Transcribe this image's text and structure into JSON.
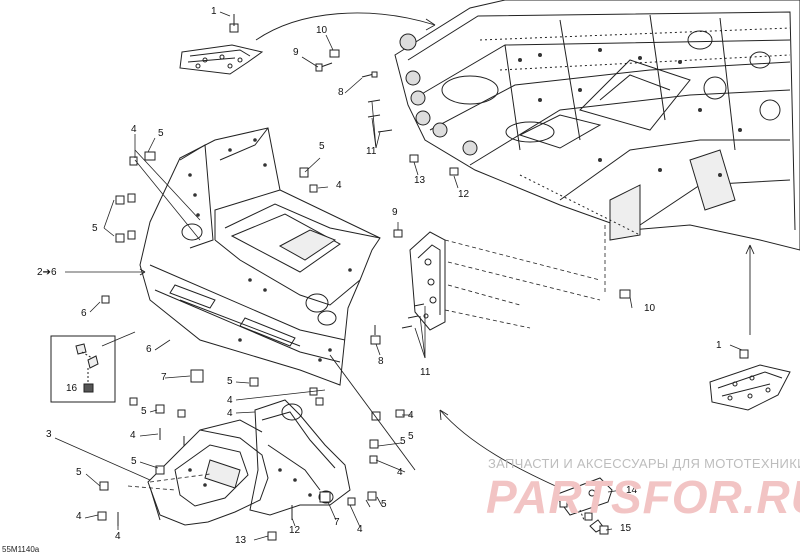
{
  "diagram": {
    "callouts": [
      {
        "id": "c1a",
        "text": "1"
      },
      {
        "id": "c10a",
        "text": "10"
      },
      {
        "id": "c9a",
        "text": "9"
      },
      {
        "id": "c8a",
        "text": "8"
      },
      {
        "id": "c11a",
        "text": "11"
      },
      {
        "id": "c13a",
        "text": "13"
      },
      {
        "id": "c12a",
        "text": "12"
      },
      {
        "id": "c4a",
        "text": "4"
      },
      {
        "id": "c5a",
        "text": "5"
      },
      {
        "id": "c5b",
        "text": "5"
      },
      {
        "id": "c4b",
        "text": "4"
      },
      {
        "id": "c5c",
        "text": "5"
      },
      {
        "id": "c9b",
        "text": "9"
      },
      {
        "id": "c26",
        "text": "2➔6"
      },
      {
        "id": "c6a",
        "text": "6"
      },
      {
        "id": "c6b",
        "text": "6"
      },
      {
        "id": "c16",
        "text": "16"
      },
      {
        "id": "c7a",
        "text": "7"
      },
      {
        "id": "c5d",
        "text": "5"
      },
      {
        "id": "c4c",
        "text": "4"
      },
      {
        "id": "c5e",
        "text": "5"
      },
      {
        "id": "c4d",
        "text": "4"
      },
      {
        "id": "c5f",
        "text": "5"
      },
      {
        "id": "c4e",
        "text": "4"
      },
      {
        "id": "c3",
        "text": "3"
      },
      {
        "id": "c4f",
        "text": "4"
      },
      {
        "id": "c5g",
        "text": "5"
      },
      {
        "id": "c5h",
        "text": "5"
      },
      {
        "id": "c4g",
        "text": "4"
      },
      {
        "id": "c13b",
        "text": "13"
      },
      {
        "id": "c12b",
        "text": "12"
      },
      {
        "id": "c7b",
        "text": "7"
      },
      {
        "id": "c4h",
        "text": "4"
      },
      {
        "id": "c5i",
        "text": "5"
      },
      {
        "id": "c4i",
        "text": "4"
      },
      {
        "id": "c5j",
        "text": "5"
      },
      {
        "id": "c4j",
        "text": "4"
      },
      {
        "id": "c8b",
        "text": "8"
      },
      {
        "id": "c11b",
        "text": "11"
      },
      {
        "id": "c10b",
        "text": "10"
      },
      {
        "id": "c1b",
        "text": "1"
      },
      {
        "id": "c14",
        "text": "14"
      },
      {
        "id": "c15",
        "text": "15"
      }
    ],
    "watermark": {
      "tagline": "ЗАПЧАСТИ И АКСЕССУАРЫ ДЛЯ МОТОТЕХНИКИ",
      "logo": "PARTSFOR.RU"
    },
    "drawing_code": "55M1140a"
  }
}
